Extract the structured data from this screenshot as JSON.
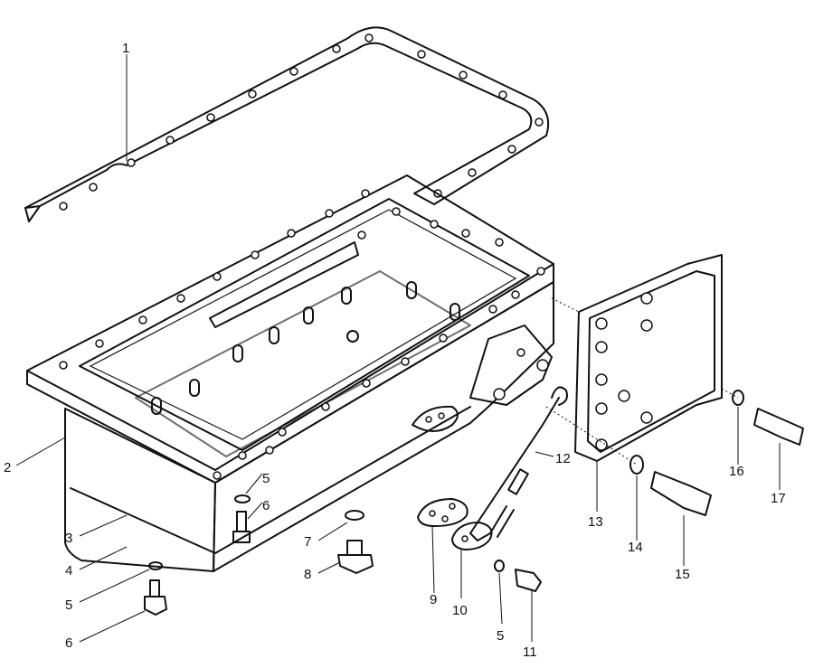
{
  "callouts": [
    {
      "id": "1",
      "text": "1"
    },
    {
      "id": "2",
      "text": "2"
    },
    {
      "id": "3",
      "text": "3"
    },
    {
      "id": "4",
      "text": "4"
    },
    {
      "id": "5a",
      "text": "5"
    },
    {
      "id": "6a",
      "text": "6"
    },
    {
      "id": "5b",
      "text": "5"
    },
    {
      "id": "6b",
      "text": "6"
    },
    {
      "id": "7",
      "text": "7"
    },
    {
      "id": "8",
      "text": "8"
    },
    {
      "id": "9",
      "text": "9"
    },
    {
      "id": "10",
      "text": "10"
    },
    {
      "id": "5c",
      "text": "5"
    },
    {
      "id": "11",
      "text": "11"
    },
    {
      "id": "12",
      "text": "12"
    },
    {
      "id": "13",
      "text": "13"
    },
    {
      "id": "14",
      "text": "14"
    },
    {
      "id": "15",
      "text": "15"
    },
    {
      "id": "16",
      "text": "16"
    },
    {
      "id": "17",
      "text": "17"
    }
  ]
}
